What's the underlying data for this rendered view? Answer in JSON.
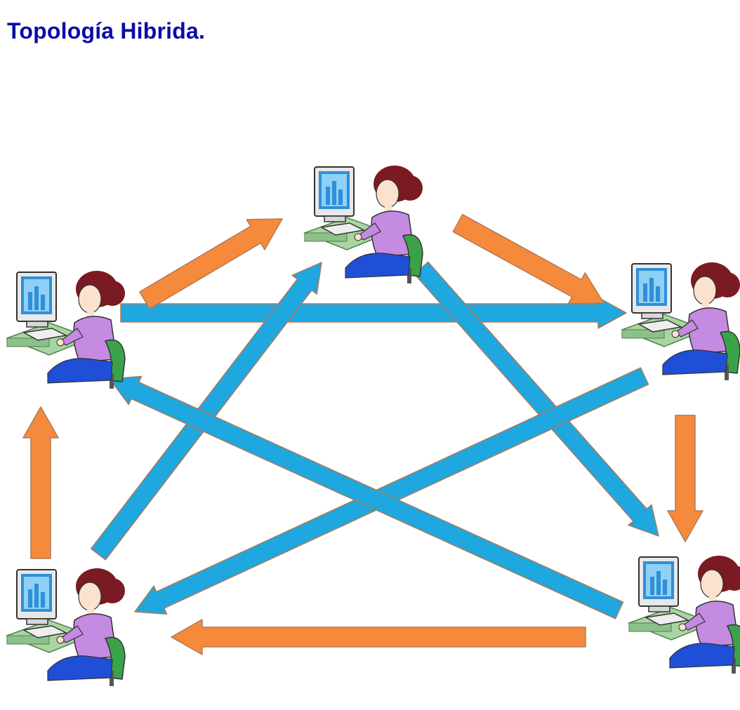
{
  "title": "Topología Hibrida.",
  "colors": {
    "title": "#0b0ba8",
    "ring_arrow": "#f58a3c",
    "mesh_arrow": "#1fa7df",
    "arrow_outline": "#b07a55",
    "hair": "#7a1a22",
    "shirt": "#c58ae2",
    "chair": "#3aa34a",
    "pants": "#1f4fd6",
    "monitor_screen": "#2f8fd8",
    "desk": "#a9d6a0"
  },
  "nodes": [
    {
      "id": "top",
      "icon": "user-at-computer-icon"
    },
    {
      "id": "left",
      "icon": "user-at-computer-icon"
    },
    {
      "id": "right",
      "icon": "user-at-computer-icon"
    },
    {
      "id": "bottom-left",
      "icon": "user-at-computer-icon"
    },
    {
      "id": "bottom-right",
      "icon": "user-at-computer-icon"
    }
  ],
  "ring_links": [
    {
      "from": "left",
      "to": "top"
    },
    {
      "from": "top",
      "to": "right"
    },
    {
      "from": "right",
      "to": "bottom-right"
    },
    {
      "from": "bottom-right",
      "to": "bottom-left"
    },
    {
      "from": "bottom-left",
      "to": "left"
    }
  ],
  "mesh_links": [
    {
      "from": "left",
      "to": "right"
    },
    {
      "from": "bottom-left",
      "to": "top"
    },
    {
      "from": "top",
      "to": "bottom-right"
    },
    {
      "from": "right",
      "to": "bottom-left"
    },
    {
      "from": "bottom-right",
      "to": "left"
    }
  ]
}
